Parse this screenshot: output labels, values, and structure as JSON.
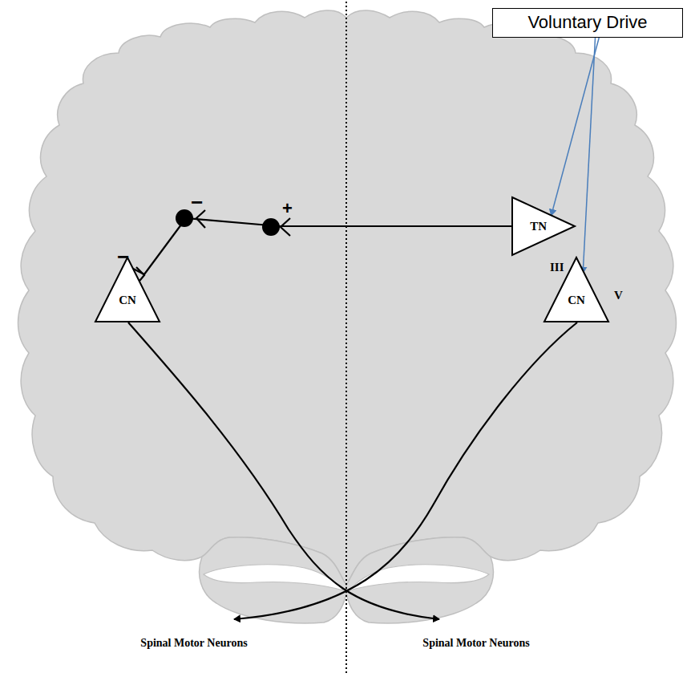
{
  "diagram": {
    "nodes": [
      {
        "text": [
          "Voluntary Drive"
        ]
      },
      {
        "text": [
          "TN",
          "III"
        ]
      },
      {
        "text": [
          "CN"
        ]
      },
      {
        "text": [
          "CN",
          "V"
        ]
      }
    ],
    "edges": [
      {
        "from": 0,
        "to": 1,
        "arrow": "to"
      },
      {
        "from": 0,
        "to": 3,
        "arrow": "to"
      },
      {
        "from": 1,
        "to": 2,
        "arrow": "none"
      }
    ],
    "labels": [
      "−",
      "+",
      "−",
      "Spinal Motor Neurons",
      "Spinal Motor Neurons"
    ]
  }
}
